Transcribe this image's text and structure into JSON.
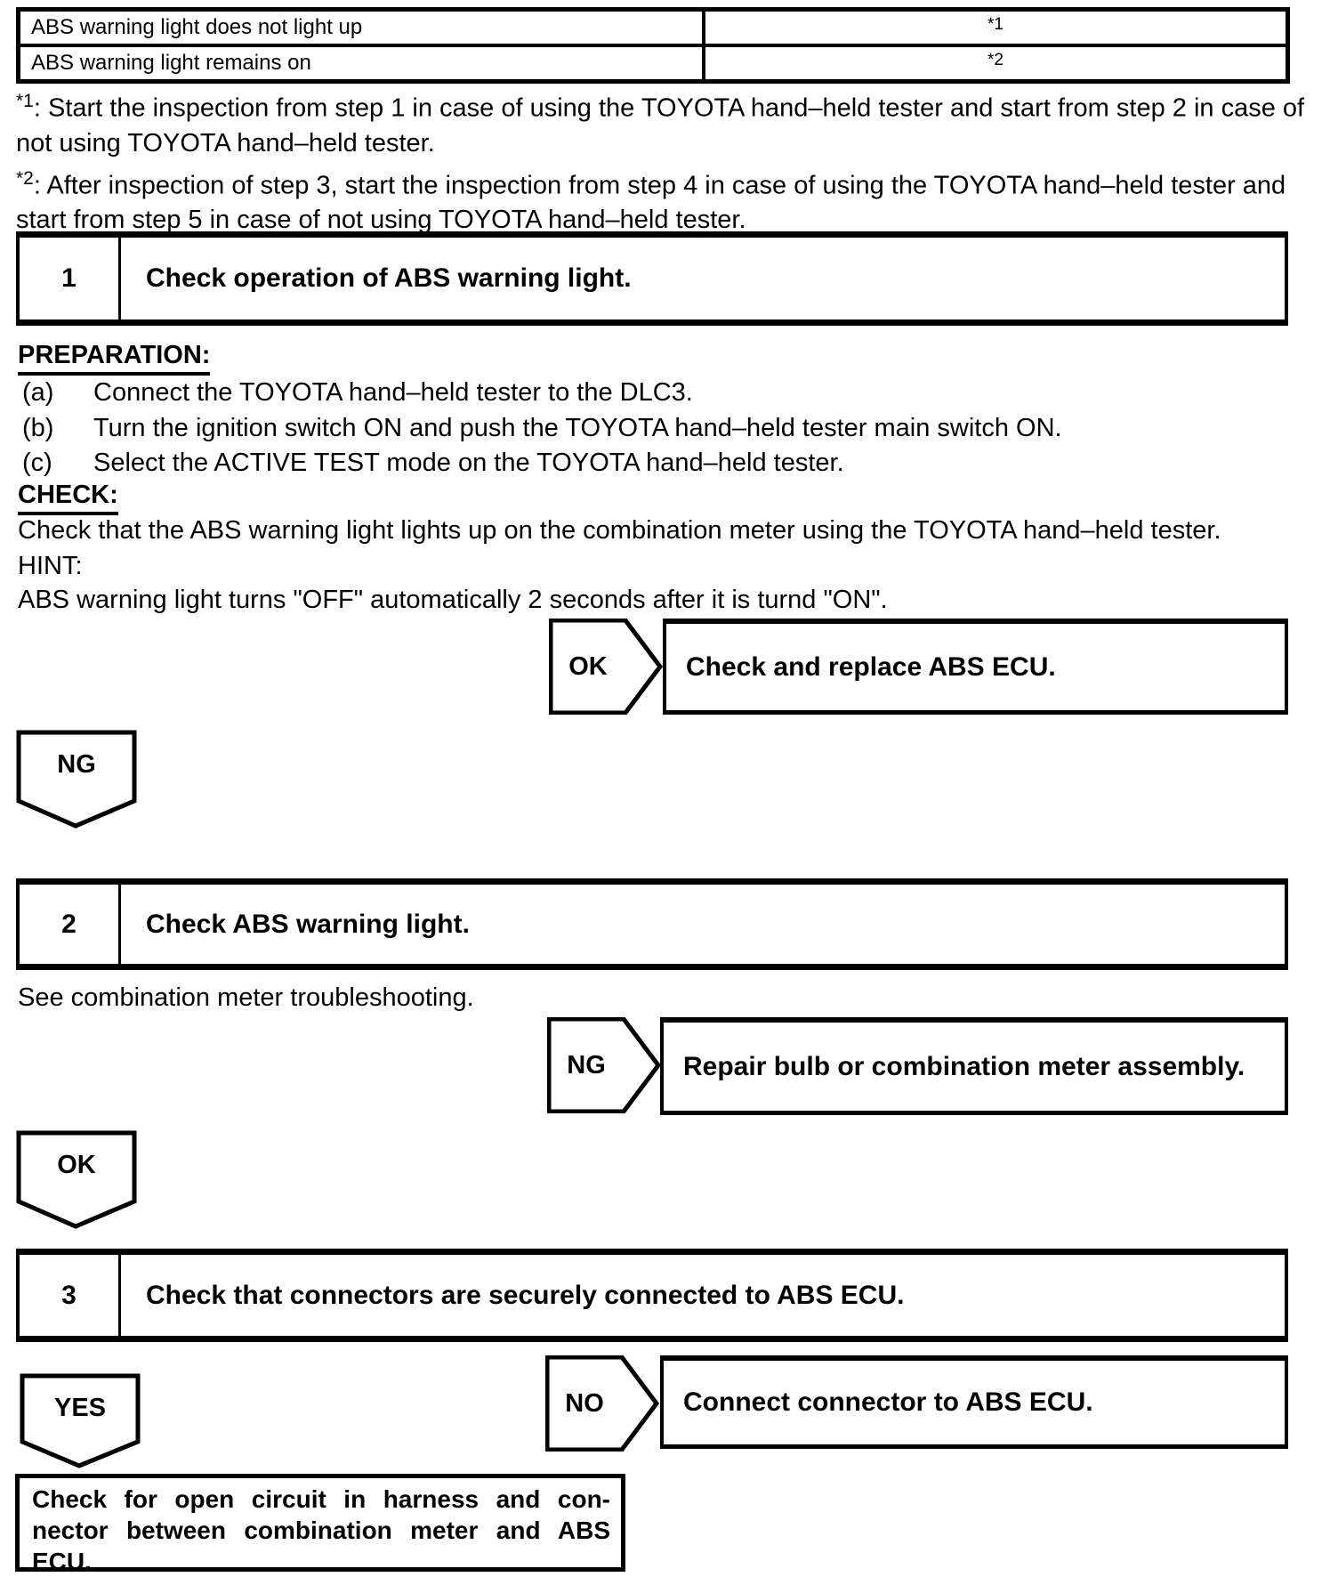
{
  "symptom_table": {
    "rows": [
      {
        "symptom": "ABS warning light does not light up",
        "ref": "*1"
      },
      {
        "symptom": "ABS warning light remains on",
        "ref": "*2"
      }
    ]
  },
  "footnotes": [
    {
      "marker": "*1",
      "text": ": Start the inspection from step 1 in case of using the TOYOTA hand–held tester and start from step 2 in case of not using TOYOTA hand–held tester."
    },
    {
      "marker": "*2",
      "text": ": After inspection of step 3, start the inspection from step 4 in case of using the TOYOTA hand–held tester and start from step 5 in case of not using TOYOTA hand–held tester."
    }
  ],
  "steps": [
    {
      "number": "1",
      "title": "Check operation of ABS warning light."
    },
    {
      "number": "2",
      "title": "Check ABS warning light."
    },
    {
      "number": "3",
      "title": "Check that connectors are securely connected to ABS ECU."
    }
  ],
  "preparation": {
    "heading": "PREPARATION:",
    "items": [
      {
        "label": "(a)",
        "text": "Connect the TOYOTA hand–held tester to the DLC3."
      },
      {
        "label": "(b)",
        "text": "Turn the ignition switch ON and push the TOYOTA hand–held tester main switch ON."
      },
      {
        "label": "(c)",
        "text": "Select the ACTIVE TEST mode on the TOYOTA hand–held tester."
      }
    ]
  },
  "check": {
    "heading": "CHECK:",
    "text": "Check that the ABS warning light lights up on the combination meter using the TOYOTA hand–held tester."
  },
  "hint": {
    "heading": "HINT:",
    "text": "ABS warning light turns \"OFF\" automatically 2 seconds after it is turnd \"ON\"."
  },
  "step2_note": "See combination meter troubleshooting.",
  "flows": [
    {
      "verdict": "OK",
      "result": "Check and replace ABS ECU."
    },
    {
      "verdict": "NG",
      "result": "Repair bulb or combination meter assembly."
    },
    {
      "verdict": "NO",
      "result": "Connect connector to ABS ECU."
    }
  ],
  "continues": [
    {
      "verdict": "NG"
    },
    {
      "verdict": "OK"
    },
    {
      "verdict": "YES"
    }
  ],
  "final_box": {
    "lines": [
      "Check for open circuit in harness and con-",
      "nector between combination meter and ABS",
      "ECU."
    ]
  },
  "colors": {
    "ink": "#000000",
    "paper": "#ffffff"
  }
}
